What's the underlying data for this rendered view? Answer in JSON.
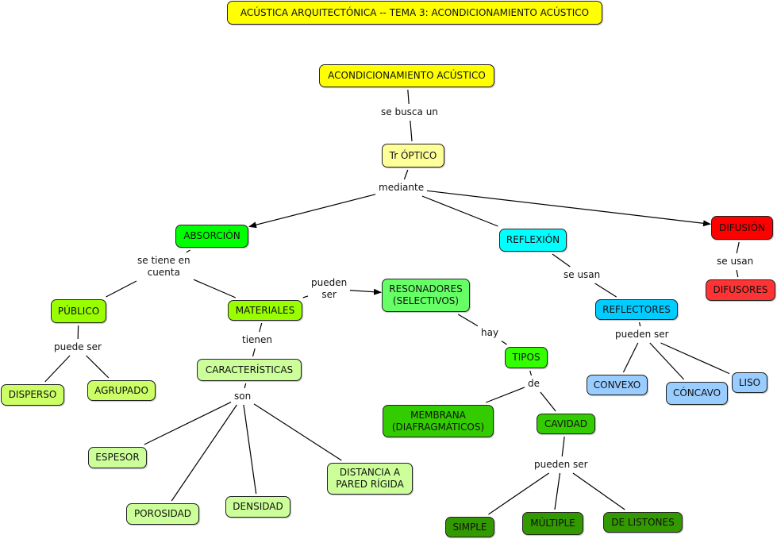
{
  "title": "ACÚSTICA ARQUITECTÓNICA -- TEMA 3: ACONDICIONAMIENTO ACÚSTICO",
  "colors": {
    "title": "#ffff00",
    "root": "#ffff00",
    "optico": "#ffff99",
    "absorcion": "#00ff00",
    "absorcion_child": "#99ff00",
    "absorcion_leaf": "#ccff66",
    "materiales_leaf": "#ccff99",
    "resonadores": "#66ff66",
    "tipos": "#33ff00",
    "resonador_type": "#33cc00",
    "cavidad_leaf": "#339900",
    "reflexion": "#00ffff",
    "reflectores": "#00ccff",
    "reflector_leaf": "#99ccff",
    "difusion": "#ff0000",
    "difusores": "#ff3333"
  },
  "nodes": [
    {
      "id": "root",
      "label": "ACONDICIONAMIENTO ACÚSTICO",
      "color": "root"
    },
    {
      "id": "optico",
      "label": "Tr ÓPTICO",
      "color": "optico"
    },
    {
      "id": "absorcion",
      "label": "ABSORCIÓN",
      "color": "absorcion"
    },
    {
      "id": "reflexion",
      "label": "REFLEXIÓN",
      "color": "reflexion"
    },
    {
      "id": "difusion",
      "label": "DIFUSIÓN",
      "color": "difusion"
    },
    {
      "id": "difusores",
      "label": "DIFUSORES",
      "color": "difusores"
    },
    {
      "id": "publico",
      "label": "PÚBLICO",
      "color": "absorcion_child"
    },
    {
      "id": "materiales",
      "label": "MATERIALES",
      "color": "absorcion_child"
    },
    {
      "id": "disperso",
      "label": "DISPERSO",
      "color": "absorcion_leaf"
    },
    {
      "id": "agrupado",
      "label": "AGRUPADO",
      "color": "absorcion_leaf"
    },
    {
      "id": "caracteristicas",
      "label": "CARACTERÍSTICAS",
      "color": "materiales_leaf"
    },
    {
      "id": "espesor",
      "label": "ESPESOR",
      "color": "materiales_leaf"
    },
    {
      "id": "porosidad",
      "label": "POROSIDAD",
      "color": "materiales_leaf"
    },
    {
      "id": "densidad",
      "label": "DENSIDAD",
      "color": "materiales_leaf"
    },
    {
      "id": "distancia",
      "label": "DISTANCIA A\nPARED RÍGIDA",
      "color": "materiales_leaf"
    },
    {
      "id": "resonadores",
      "label": "RESONADORES\n(SELECTIVOS)",
      "color": "resonadores"
    },
    {
      "id": "tipos",
      "label": "TIPOS",
      "color": "tipos"
    },
    {
      "id": "membrana",
      "label": "MEMBRANA\n(DIAFRAGMÁTICOS)",
      "color": "resonador_type"
    },
    {
      "id": "cavidad",
      "label": "CAVIDAD",
      "color": "resonador_type"
    },
    {
      "id": "simple",
      "label": "SIMPLE",
      "color": "cavidad_leaf"
    },
    {
      "id": "multiple",
      "label": "MÚLTIPLE",
      "color": "cavidad_leaf"
    },
    {
      "id": "listones",
      "label": "DE LISTONES",
      "color": "cavidad_leaf"
    },
    {
      "id": "reflectores",
      "label": "REFLECTORES",
      "color": "reflectores"
    },
    {
      "id": "convexo",
      "label": "CONVEXO",
      "color": "reflector_leaf"
    },
    {
      "id": "concavo",
      "label": "CÓNCAVO",
      "color": "reflector_leaf"
    },
    {
      "id": "liso",
      "label": "LISO",
      "color": "reflector_leaf"
    }
  ],
  "phrases": [
    {
      "id": "p_busca",
      "label": "se busca un"
    },
    {
      "id": "p_mediante",
      "label": "mediante"
    },
    {
      "id": "p_tiene",
      "label": "se tiene en\ncuenta"
    },
    {
      "id": "p_puede_pub",
      "label": "puede ser"
    },
    {
      "id": "p_tienen",
      "label": "tienen"
    },
    {
      "id": "p_son",
      "label": "son"
    },
    {
      "id": "p_pueden_mat",
      "label": "pueden\nser"
    },
    {
      "id": "p_hay",
      "label": "hay"
    },
    {
      "id": "p_de",
      "label": "de"
    },
    {
      "id": "p_pueden_cav",
      "label": "pueden ser"
    },
    {
      "id": "p_usan_ref",
      "label": "se usan"
    },
    {
      "id": "p_pueden_refl",
      "label": "pueden ser"
    },
    {
      "id": "p_usan_dif",
      "label": "se usan"
    }
  ],
  "links": [
    {
      "from": "root",
      "to": "p_busca"
    },
    {
      "from": "p_busca",
      "to": "optico"
    },
    {
      "from": "optico",
      "to": "p_mediante"
    },
    {
      "from": "p_mediante",
      "to": "absorcion",
      "arrow": true
    },
    {
      "from": "p_mediante",
      "to": "reflexion"
    },
    {
      "from": "p_mediante",
      "to": "difusion",
      "arrow": true
    },
    {
      "from": "absorcion",
      "to": "p_tiene"
    },
    {
      "from": "p_tiene",
      "to": "publico"
    },
    {
      "from": "p_tiene",
      "to": "materiales"
    },
    {
      "from": "publico",
      "to": "p_puede_pub"
    },
    {
      "from": "p_puede_pub",
      "to": "disperso"
    },
    {
      "from": "p_puede_pub",
      "to": "agrupado"
    },
    {
      "from": "materiales",
      "to": "p_tienen"
    },
    {
      "from": "p_tienen",
      "to": "caracteristicas"
    },
    {
      "from": "caracteristicas",
      "to": "p_son"
    },
    {
      "from": "p_son",
      "to": "espesor"
    },
    {
      "from": "p_son",
      "to": "porosidad"
    },
    {
      "from": "p_son",
      "to": "densidad"
    },
    {
      "from": "p_son",
      "to": "distancia"
    },
    {
      "from": "materiales",
      "to": "p_pueden_mat"
    },
    {
      "from": "p_pueden_mat",
      "to": "resonadores",
      "arrow": true
    },
    {
      "from": "resonadores",
      "to": "p_hay"
    },
    {
      "from": "p_hay",
      "to": "tipos"
    },
    {
      "from": "tipos",
      "to": "p_de"
    },
    {
      "from": "p_de",
      "to": "membrana"
    },
    {
      "from": "p_de",
      "to": "cavidad"
    },
    {
      "from": "cavidad",
      "to": "p_pueden_cav"
    },
    {
      "from": "p_pueden_cav",
      "to": "simple"
    },
    {
      "from": "p_pueden_cav",
      "to": "multiple"
    },
    {
      "from": "p_pueden_cav",
      "to": "listones"
    },
    {
      "from": "reflexion",
      "to": "p_usan_ref"
    },
    {
      "from": "p_usan_ref",
      "to": "reflectores"
    },
    {
      "from": "reflectores",
      "to": "p_pueden_refl"
    },
    {
      "from": "p_pueden_refl",
      "to": "convexo"
    },
    {
      "from": "p_pueden_refl",
      "to": "concavo"
    },
    {
      "from": "p_pueden_refl",
      "to": "liso"
    },
    {
      "from": "difusion",
      "to": "p_usan_dif"
    },
    {
      "from": "p_usan_dif",
      "to": "difusores"
    }
  ]
}
